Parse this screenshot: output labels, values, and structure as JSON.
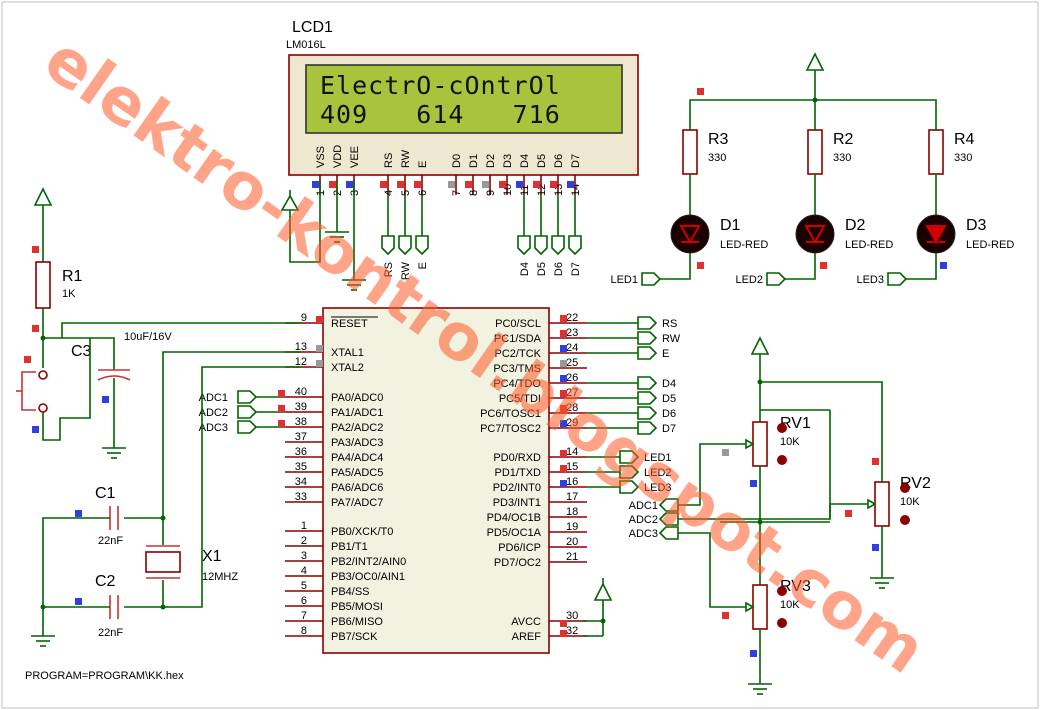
{
  "lcd": {
    "ref": "LCD1",
    "model": "LM016L",
    "line1": "ElectrO-cOntrOl",
    "line2": "409   614   716",
    "pin_names": [
      "VSS",
      "VDD",
      "VEE",
      "RS",
      "RW",
      "E",
      "D0",
      "D1",
      "D2",
      "D3",
      "D4",
      "D5",
      "D6",
      "D7"
    ],
    "pin_numbers": [
      "1",
      "2",
      "3",
      "4",
      "5",
      "6",
      "7",
      "8",
      "9",
      "10",
      "11",
      "12",
      "13",
      "14"
    ],
    "terminals": [
      "RS",
      "RW",
      "E",
      "D4",
      "D5",
      "D6",
      "D7"
    ]
  },
  "mcu": {
    "left_pins": [
      {
        "num": "9",
        "name": "RESET"
      },
      {
        "num": "13",
        "name": "XTAL1"
      },
      {
        "num": "12",
        "name": "XTAL2"
      },
      {
        "num": "40",
        "name": "PA0/ADC0"
      },
      {
        "num": "39",
        "name": "PA1/ADC1"
      },
      {
        "num": "38",
        "name": "PA2/ADC2"
      },
      {
        "num": "37",
        "name": "PA3/ADC3"
      },
      {
        "num": "36",
        "name": "PA4/ADC4"
      },
      {
        "num": "35",
        "name": "PA5/ADC5"
      },
      {
        "num": "34",
        "name": "PA6/ADC6"
      },
      {
        "num": "33",
        "name": "PA7/ADC7"
      },
      {
        "num": "1",
        "name": "PB0/XCK/T0"
      },
      {
        "num": "2",
        "name": "PB1/T1"
      },
      {
        "num": "3",
        "name": "PB2/INT2/AIN0"
      },
      {
        "num": "4",
        "name": "PB3/OC0/AIN1"
      },
      {
        "num": "5",
        "name": "PB4/SS"
      },
      {
        "num": "6",
        "name": "PB5/MOSI"
      },
      {
        "num": "7",
        "name": "PB6/MISO"
      },
      {
        "num": "8",
        "name": "PB7/SCK"
      }
    ],
    "right_pins": [
      {
        "num": "22",
        "name": "PC0/SCL"
      },
      {
        "num": "23",
        "name": "PC1/SDA"
      },
      {
        "num": "24",
        "name": "PC2/TCK"
      },
      {
        "num": "25",
        "name": "PC3/TMS"
      },
      {
        "num": "26",
        "name": "PC4/TDO"
      },
      {
        "num": "27",
        "name": "PC5/TDI"
      },
      {
        "num": "28",
        "name": "PC6/TOSC1"
      },
      {
        "num": "29",
        "name": "PC7/TOSC2"
      },
      {
        "num": "14",
        "name": "PD0/RXD"
      },
      {
        "num": "15",
        "name": "PD1/TXD"
      },
      {
        "num": "16",
        "name": "PD2/INT0"
      },
      {
        "num": "17",
        "name": "PD3/INT1"
      },
      {
        "num": "18",
        "name": "PD4/OC1B"
      },
      {
        "num": "19",
        "name": "PD5/OC1A"
      },
      {
        "num": "20",
        "name": "PD6/ICP"
      },
      {
        "num": "21",
        "name": "PD7/OC2"
      },
      {
        "num": "30",
        "name": "AVCC"
      },
      {
        "num": "32",
        "name": "AREF"
      }
    ],
    "left_terminals": [
      "ADC1",
      "ADC2",
      "ADC3"
    ],
    "right_terminals": [
      "RS",
      "RW",
      "E",
      "D4",
      "D5",
      "D6",
      "D7",
      "LED1",
      "LED2",
      "LED3"
    ]
  },
  "components": {
    "r1": {
      "ref": "R1",
      "value": "1K"
    },
    "c3": {
      "ref": "C3",
      "value": "10uF/16V"
    },
    "c1": {
      "ref": "C1",
      "value": "22nF"
    },
    "c2": {
      "ref": "C2",
      "value": "22nF"
    },
    "x1": {
      "ref": "X1",
      "value": "12MHZ"
    },
    "r2": {
      "ref": "R2",
      "value": "330"
    },
    "r3": {
      "ref": "R3",
      "value": "330"
    },
    "r4": {
      "ref": "R4",
      "value": "330"
    },
    "d1": {
      "ref": "D1",
      "value": "LED-RED"
    },
    "d2": {
      "ref": "D2",
      "value": "LED-RED"
    },
    "d3": {
      "ref": "D3",
      "value": "LED-RED"
    },
    "rv1": {
      "ref": "RV1",
      "value": "10K"
    },
    "rv2": {
      "ref": "RV2",
      "value": "10K"
    },
    "rv3": {
      "ref": "RV3",
      "value": "10K"
    }
  },
  "led_terminals": [
    "LED1",
    "LED2",
    "LED3"
  ],
  "adc_terminals": [
    "ADC1",
    "ADC2",
    "ADC3"
  ],
  "program_text": "PROGRAM=PROGRAM\\KK.hex",
  "watermark": "elektro-kontrol.blogspot.com",
  "colors": {
    "wire": "#006400",
    "lcd_screen": "#a8c43c",
    "watermark": "#ff5a2a",
    "led": "#c00000"
  }
}
